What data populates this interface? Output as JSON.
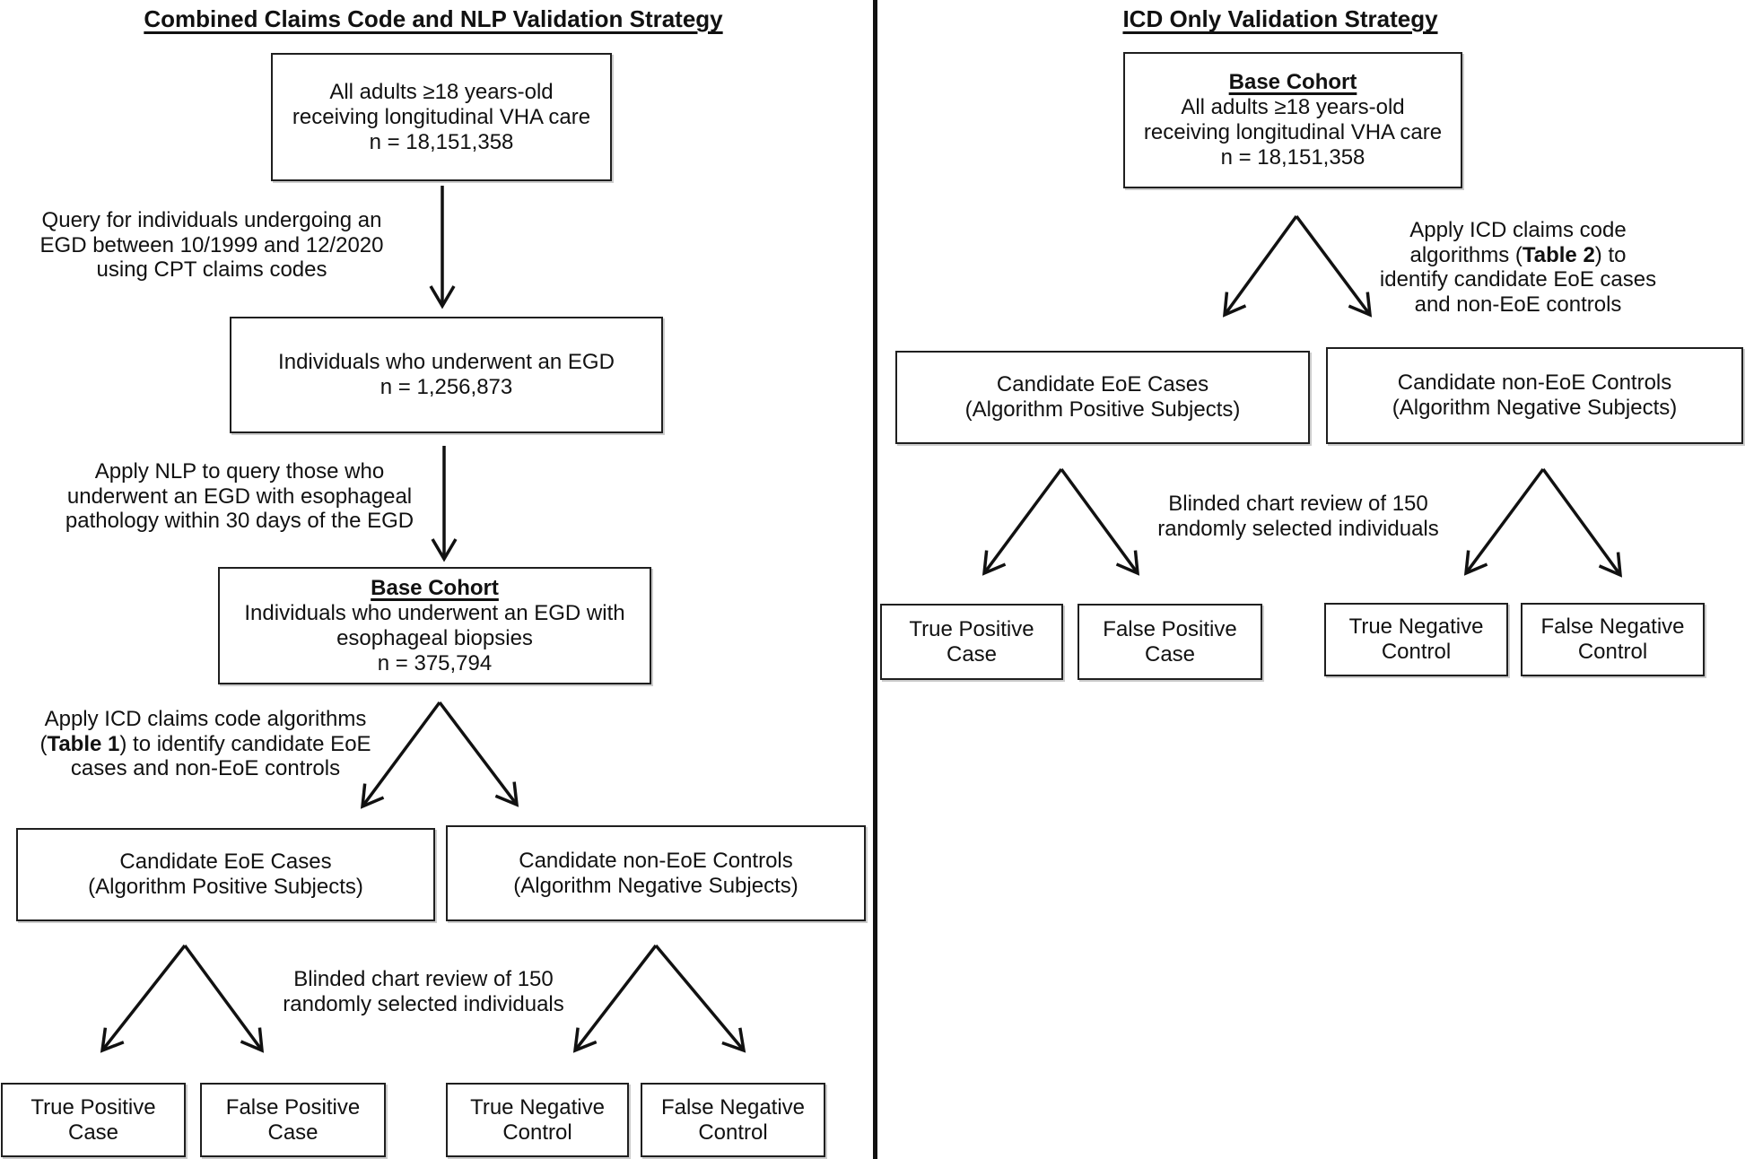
{
  "colors": {
    "ink": "#111111",
    "background": "#ffffff"
  },
  "left": {
    "title": "Combined Claims Code and NLP Validation Strategy",
    "box_all_adults": {
      "line1": "All adults ≥18 years-old",
      "line2": "receiving longitudinal VHA care",
      "line3": "n = 18,151,358"
    },
    "note_query": {
      "line1": "Query for individuals undergoing an",
      "line2": "EGD between 10/1999 and 12/2020",
      "line3": "using CPT claims codes"
    },
    "box_egd": {
      "line1": "Individuals who underwent an EGD",
      "line2": "n = 1,256,873"
    },
    "note_nlp": {
      "line1": "Apply NLP to query those who",
      "line2": "underwent an EGD with esophageal",
      "line3": "pathology within 30 days of the EGD"
    },
    "box_base_cohort": {
      "heading": "Base Cohort",
      "line1": "Individuals who underwent an EGD with",
      "line2": "esophageal biopsies",
      "line3": "n = 375,794"
    },
    "note_icd": {
      "line1": "Apply ICD claims code algorithms",
      "line2_pre": "(",
      "line2_bold": "Table 1",
      "line2_post": ") to identify candidate EoE",
      "line3": "cases and non-EoE controls"
    },
    "box_cases": {
      "line1": "Candidate EoE Cases",
      "line2": "(Algorithm Positive Subjects)"
    },
    "box_controls": {
      "line1": "Candidate non-EoE Controls",
      "line2": "(Algorithm Negative Subjects)"
    },
    "note_blinded": {
      "line1": "Blinded chart review of 150",
      "line2": "randomly selected individuals"
    },
    "box_tp": {
      "line1": "True Positive",
      "line2": "Case"
    },
    "box_fp": {
      "line1": "False Positive",
      "line2": "Case"
    },
    "box_tn": {
      "line1": "True Negative",
      "line2": "Control"
    },
    "box_fn": {
      "line1": "False Negative",
      "line2": "Control"
    }
  },
  "right": {
    "title": "ICD Only Validation Strategy",
    "box_base_cohort": {
      "heading": "Base Cohort",
      "line1": "All adults ≥18 years-old",
      "line2": "receiving longitudinal VHA care",
      "line3": "n = 18,151,358"
    },
    "note_icd": {
      "line1": "Apply ICD claims code",
      "line2_pre": "algorithms (",
      "line2_bold": "Table 2",
      "line2_post": ") to",
      "line3": "identify candidate EoE cases",
      "line4": "and non-EoE controls"
    },
    "box_cases": {
      "line1": "Candidate EoE Cases",
      "line2": "(Algorithm Positive Subjects)"
    },
    "box_controls": {
      "line1": "Candidate non-EoE Controls",
      "line2": "(Algorithm Negative Subjects)"
    },
    "note_blinded": {
      "line1": "Blinded chart review of 150",
      "line2": "randomly selected individuals"
    },
    "box_tp": {
      "line1": "True Positive",
      "line2": "Case"
    },
    "box_fp": {
      "line1": "False Positive",
      "line2": "Case"
    },
    "box_tn": {
      "line1": "True Negative",
      "line2": "Control"
    },
    "box_fn": {
      "line1": "False Negative",
      "line2": "Control"
    }
  }
}
